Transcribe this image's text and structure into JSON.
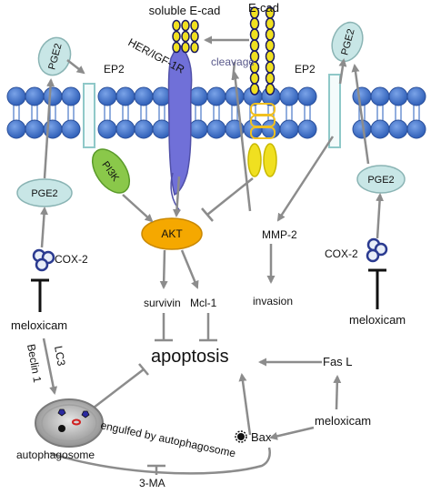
{
  "labels": {
    "soluble_ecad": "soluble E-cad",
    "ecad": "E-cad",
    "her_igf": "HER/IGF-1R",
    "cleavage": "cleavage",
    "ep2_left": "EP2",
    "ep2_right": "EP2",
    "pge2_top_left": "PGE2",
    "pge2_top_right": "PGE2",
    "pge2_mid_left": "PGE2",
    "pge2_mid_right": "PGE2",
    "pi3k": "PI3K",
    "akt": "AKT",
    "mmp2": "MMP-2",
    "invasion": "invasion",
    "cox2_left": "COX-2",
    "cox2_right": "COX-2",
    "meloxicam_left": "meloxicam",
    "meloxicam_right": "meloxicam",
    "meloxicam_bottom": "meloxicam",
    "survivin": "survivin",
    "mcl1": "Mcl-1",
    "apoptosis": "apoptosis",
    "lc3": "LC3",
    "beclin1": "Beclin 1",
    "fasl": "Fas L",
    "bax": "Bax",
    "autophagosome": "autophagosome",
    "engulfed": "engulfed by autophagosome",
    "three_ma": "3-MA"
  },
  "colors": {
    "membrane": "#4a78c8",
    "arrow": "#8c8c8c",
    "pge2_fill": "#c8e6e6",
    "pi3k_fill": "#8ac84a",
    "akt_fill": "#f5a800",
    "receptor_fill": "#7070d8",
    "ecad_fill": "#f0e020",
    "cleavage_text": "#5a5a8c"
  }
}
